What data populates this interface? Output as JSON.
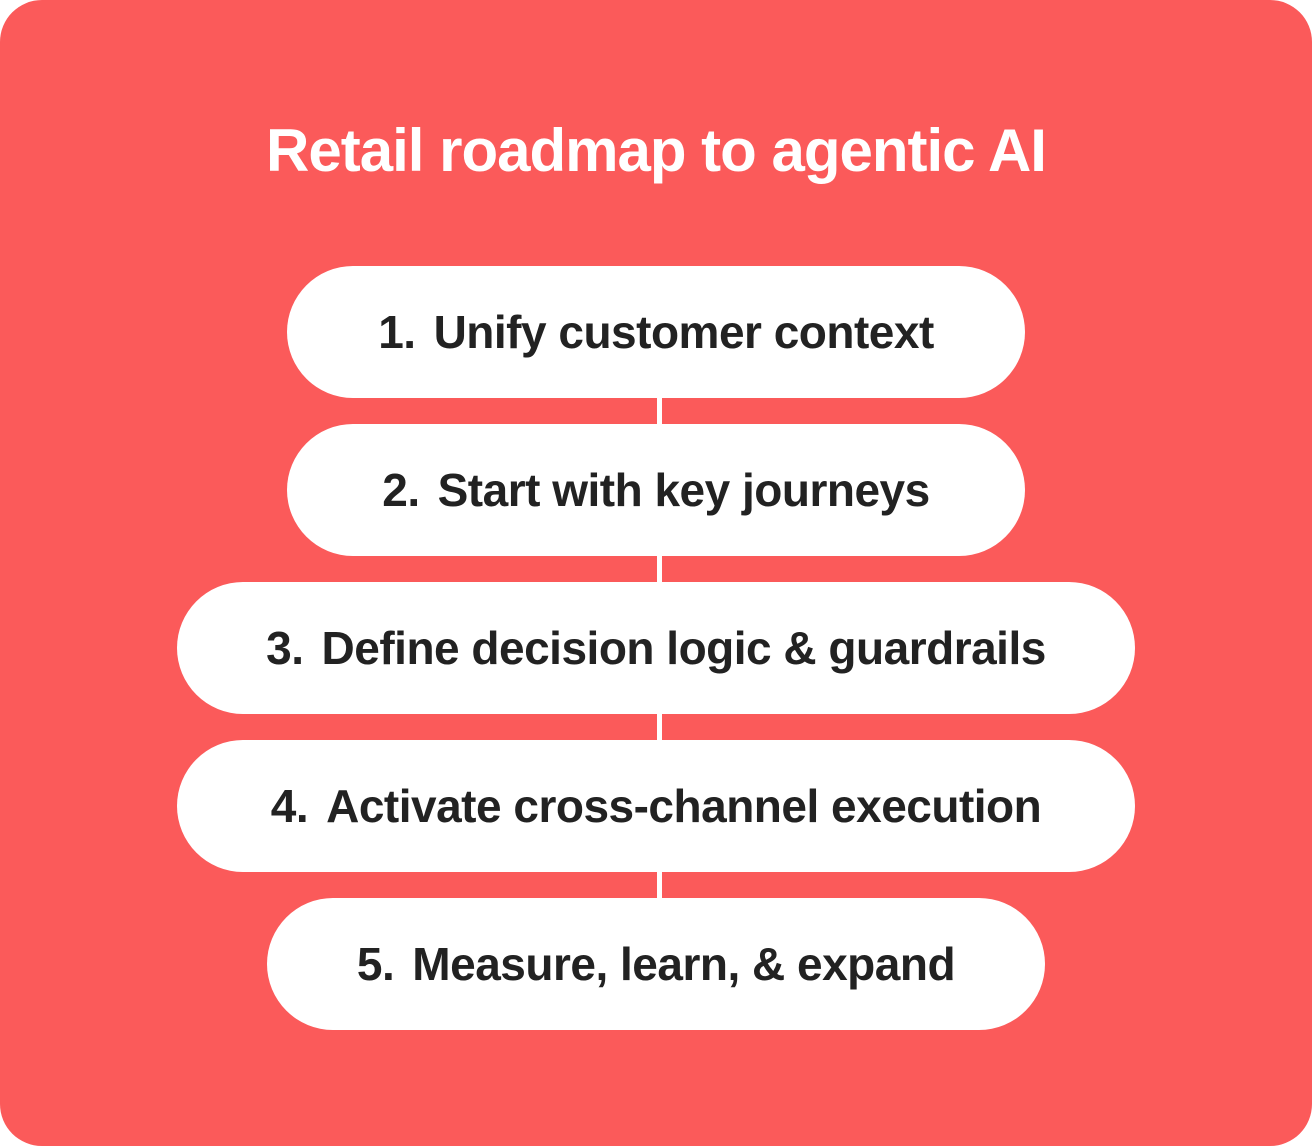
{
  "title": "Retail roadmap to agentic AI",
  "steps": [
    {
      "number": "1.",
      "label": "Unify customer context"
    },
    {
      "number": "2.",
      "label": "Start with key journeys"
    },
    {
      "number": "3.",
      "label": "Define decision logic & guardrails"
    },
    {
      "number": "4.",
      "label": "Activate cross-channel execution"
    },
    {
      "number": "5.",
      "label": "Measure, learn, & expand"
    }
  ],
  "colors": {
    "background": "#FB5A5A",
    "pill": "#FFFFFF",
    "text": "#222222",
    "title": "#FFFFFF",
    "connector": "#FFFFFF"
  }
}
